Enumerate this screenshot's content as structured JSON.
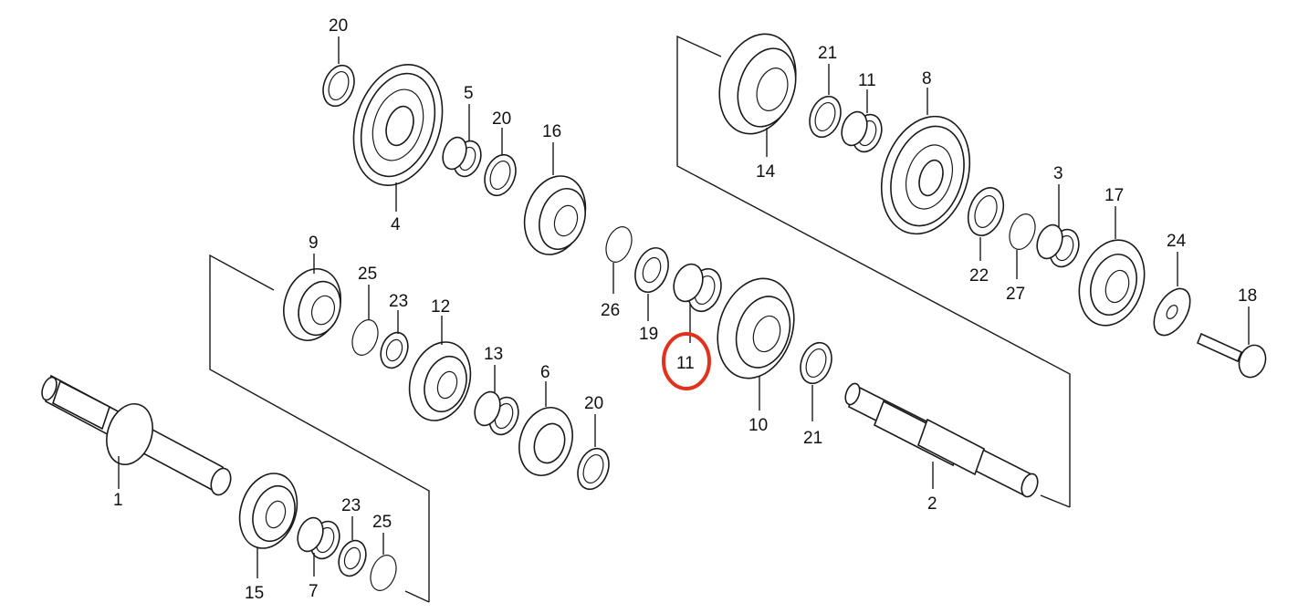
{
  "labels": {
    "p20a": "20",
    "p4": "4",
    "p5": "5",
    "p20b": "20",
    "p16": "16",
    "p14": "14",
    "p21a": "21",
    "p11a": "11",
    "p8": "8",
    "p3": "3",
    "p17": "17",
    "p22": "22",
    "p27": "27",
    "p24": "24",
    "p18": "18",
    "p9": "9",
    "p25a": "25",
    "p23a": "23",
    "p12": "12",
    "p26": "26",
    "p19": "19",
    "p11b": "11",
    "p13": "13",
    "p6": "6",
    "p20c": "20",
    "p10": "10",
    "p21b": "21",
    "p1": "1",
    "p15": "15",
    "p23b": "23",
    "p25b": "25",
    "p7": "7",
    "p2": "2"
  },
  "highlight": {
    "part": "11",
    "color": "#e0321c"
  }
}
